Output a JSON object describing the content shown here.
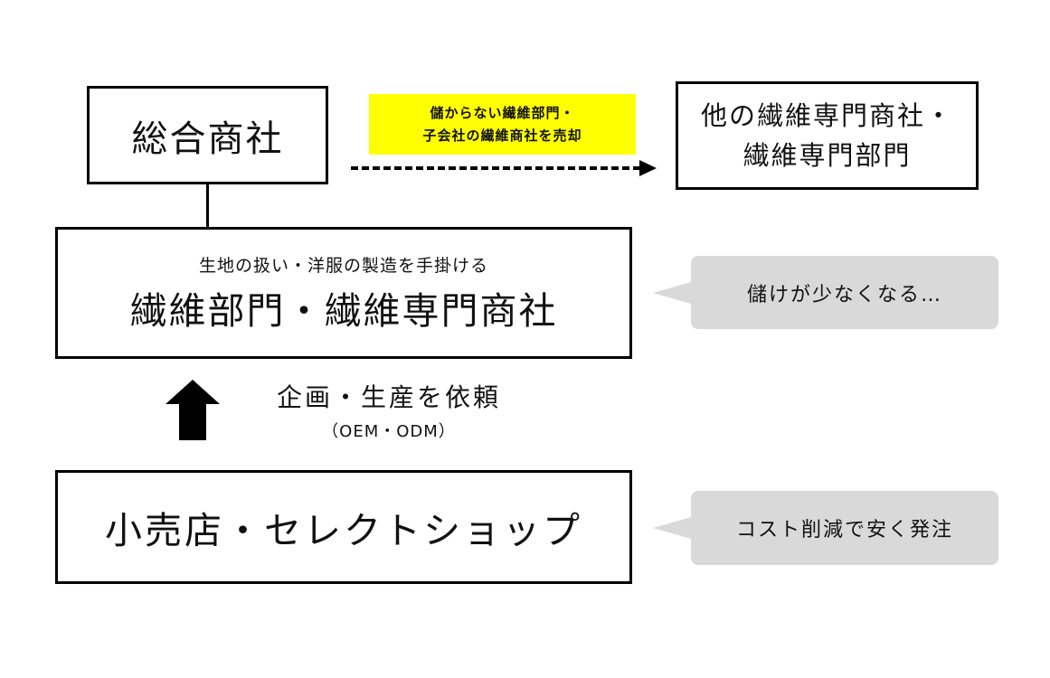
{
  "top_left_box": {
    "label": "総合商社"
  },
  "sale_note": {
    "line1": "儲からない繊維部門・",
    "line2": "子会社の繊維商社を売却",
    "highlight_color": "#ffff00"
  },
  "top_right_box": {
    "line1": "他の繊維専門商社・",
    "line2": "繊維専門部門"
  },
  "middle_box": {
    "subtitle": "生地の扱い・洋服の製造を手掛ける",
    "title": "繊維部門・繊維専門商社"
  },
  "middle_bubble": {
    "text": "儲けが少なくなる…"
  },
  "request_note": {
    "line1": "企画・生産を依頼",
    "line2": "（OEM・ODM）"
  },
  "bottom_box": {
    "title": "小売店・セレクトショップ"
  },
  "bottom_bubble": {
    "text": "コスト削減で安く発注"
  }
}
